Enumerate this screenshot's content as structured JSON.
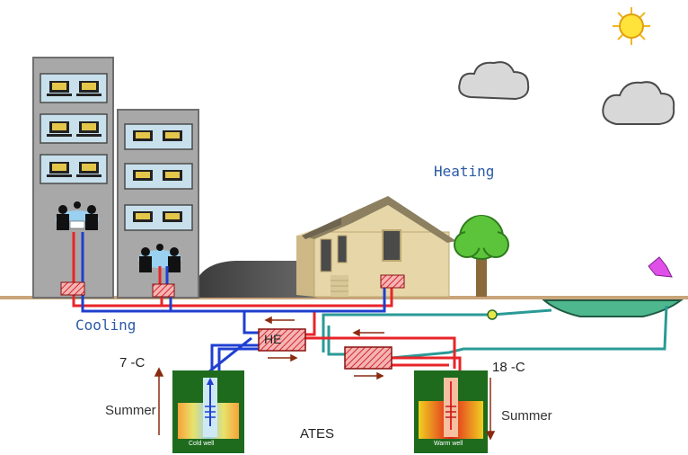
{
  "labels": {
    "heating": "Heating",
    "cooling": "Cooling",
    "he": "HE",
    "temp_cold": "7 -C",
    "temp_warm": "18 -C",
    "season_left": "Summer",
    "season_right": "Summer",
    "center": "ATES",
    "cold_well": "Cold well",
    "warm_well": "Warm well"
  },
  "colors": {
    "hot_pipe": "#e8242a",
    "cold_pipe": "#1f3fd0",
    "ground_pipe": "#2a9a96",
    "building": "#a8a8a8",
    "well_green": "#1e6b1e",
    "lake": "#4fb78e",
    "label_blue": "#2b5aa6"
  },
  "icons": [
    "sun-icon",
    "cloud-icon",
    "tree-icon",
    "house-icon",
    "arrow-icon"
  ]
}
